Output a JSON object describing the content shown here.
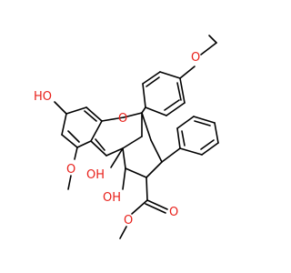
{
  "molecule": {
    "atom_labels": {
      "methoxy_top_o": "O",
      "ring_o": "O",
      "hydroxy_left": "HO",
      "methoxy_left_o": "O",
      "hydroxy_mid": "OH",
      "hydroxy_bottom": "OH",
      "ester_o_carbonyl": "O",
      "ester_o_single": "O"
    },
    "colors": {
      "bond": "#000000",
      "heteroatom": "#e8201a",
      "background": "#ffffff"
    }
  }
}
